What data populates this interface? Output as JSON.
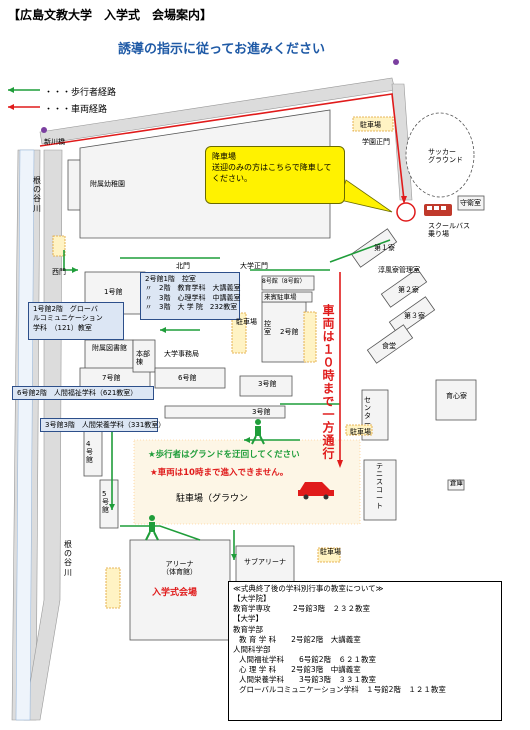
{
  "header": {
    "title": "【広島文教大学　入学式　会場案内】",
    "subtitle": "誘導の指示に従ってお進みください"
  },
  "legend": {
    "pedestrian_label": "・・・歩行者経路",
    "vehicle_label": "・・・車両経路",
    "pedestrian_color": "#1f9d3a",
    "vehicle_color": "#e01b1b"
  },
  "callout": {
    "line1": "降車場",
    "line2": "送迎のみの方はこちらで降車してください。"
  },
  "boxes": {
    "building2": [
      "2号館1階　控室",
      "〃　2階　教育学科　大講義室",
      "〃　3階　心理学科　中講義室",
      "〃　3階　大 学 院　232教室"
    ],
    "building1": [
      "1号館2階　グローバ",
      "ルコミュニケーション",
      "学科　（121）教室"
    ],
    "building6": "6号館2階　人間福祉学科（621教室）",
    "building3": "3号館3階　人間栄養学科（331教室）"
  },
  "notices": {
    "pedestrian": "★歩行者はグランドを迂回してください",
    "vehicle": "★車両は10時まで進入できません。",
    "vertical": "車両は１０時まで一方通行"
  },
  "places": {
    "shingawa_bridge": "新川橋",
    "gakuen_gate": "学園正門",
    "parking": "駐車場",
    "soccer_ground": "サッカー\nグラウンド",
    "school_bus": "スクールバス\n乗り場",
    "kindergarten": "附属幼稚園",
    "river": "根\nの\n谷\n川",
    "river2": "根\nの\n谷\n川",
    "kitamon": "北門",
    "univ_main_gate": "大学正門",
    "nishimon": "西門",
    "bldg1": "1号館",
    "bldg2": "2号館",
    "bldg3": "3号館",
    "bldg4": "4号館",
    "bldg5": "5号館",
    "bldg6": "6号館",
    "bldg7": "7号館",
    "bldg8": "8号館（8号館）",
    "guard_room": "守衛室",
    "library": "附属図書館",
    "honbu": "本部棟",
    "office": "大学事務局",
    "hikae": "控室",
    "guest_parking": "来賓駐車場",
    "dorm1": "第１寮",
    "dorm2": "第２寮",
    "dorm3": "第３寮",
    "jyoho": "淳風寮管理室",
    "shokudo": "食堂",
    "ikuikukan": "育心寮",
    "center": "セ ン タ ー",
    "tennis": "テ ニ ス コ ー ト",
    "parking_ground": "駐車場（グラウン",
    "arena": "アリーナ\n（体育館）",
    "venue": "入学式会場",
    "sub_arena": "サブアリーナ",
    "soko": "倉庫"
  },
  "info": {
    "heading": "≪式典終了後の学科別行事の教室について≫",
    "rows": [
      {
        "text": "【大学院】",
        "indent": 0
      },
      {
        "text": "教育学専攻　　　2号館3階　２３２教室",
        "indent": 0
      },
      {
        "text": "【大学】",
        "indent": 0
      },
      {
        "text": "教育学部",
        "indent": 0
      },
      {
        "text": "教 育 学 科　　2号館2階　大講義室",
        "indent": 1
      },
      {
        "text": "人間科学部",
        "indent": 0
      },
      {
        "text": "人間福祉学科　　6号館2階　６２１教室",
        "indent": 1
      },
      {
        "text": "心 理 学 科　　2号館3階　中講義室",
        "indent": 1
      },
      {
        "text": "人間栄養学科　　3号館3階　３３１教室",
        "indent": 1
      },
      {
        "text": "グローバルコミュニケーション学科　１号館2階　１２１教室",
        "indent": 1
      }
    ]
  }
}
